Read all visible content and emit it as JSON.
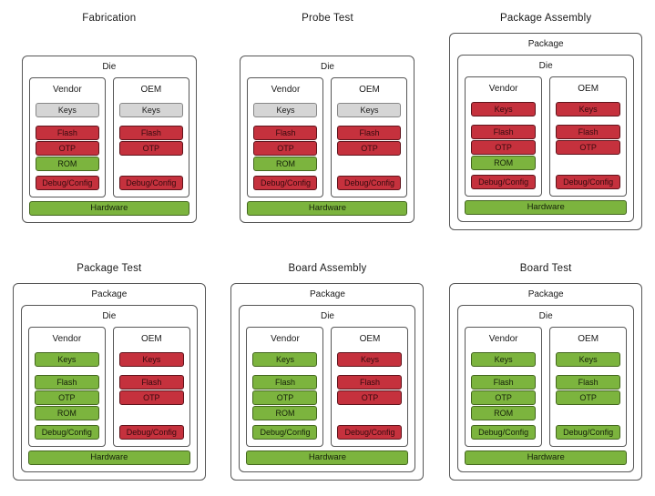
{
  "colors": {
    "status-red": "#c5313d",
    "status-green": "#7cb43e",
    "status-gray": "#d5d5d5",
    "line": "#565656",
    "text": "#1a1a1a"
  },
  "stages": [
    {
      "title": "Fabrication",
      "die_label": "Die",
      "vendor": {
        "label": "Vendor",
        "blocks": [
          {
            "label": "Keys",
            "status": "gray"
          },
          {
            "label": "Flash",
            "status": "red"
          },
          {
            "label": "OTP",
            "status": "red"
          },
          {
            "label": "ROM",
            "status": "green"
          },
          {
            "label": "Debug/Config",
            "status": "red"
          }
        ]
      },
      "oem": {
        "label": "OEM",
        "blocks": [
          {
            "label": "Keys",
            "status": "gray"
          },
          {
            "label": "Flash",
            "status": "red"
          },
          {
            "label": "OTP",
            "status": "red"
          },
          {
            "label": "Debug/Config",
            "status": "red"
          }
        ]
      },
      "hardware": {
        "label": "Hardware",
        "status": "green"
      }
    },
    {
      "title": "Probe Test",
      "die_label": "Die",
      "vendor": {
        "label": "Vendor",
        "blocks": [
          {
            "label": "Keys",
            "status": "gray"
          },
          {
            "label": "Flash",
            "status": "red"
          },
          {
            "label": "OTP",
            "status": "red"
          },
          {
            "label": "ROM",
            "status": "green"
          },
          {
            "label": "Debug/Config",
            "status": "red"
          }
        ]
      },
      "oem": {
        "label": "OEM",
        "blocks": [
          {
            "label": "Keys",
            "status": "gray"
          },
          {
            "label": "Flash",
            "status": "red"
          },
          {
            "label": "OTP",
            "status": "red"
          },
          {
            "label": "Debug/Config",
            "status": "red"
          }
        ]
      },
      "hardware": {
        "label": "Hardware",
        "status": "green"
      }
    },
    {
      "title": "Package Assembly",
      "package_label": "Package",
      "die_label": "Die",
      "vendor": {
        "label": "Vendor",
        "blocks": [
          {
            "label": "Keys",
            "status": "red"
          },
          {
            "label": "Flash",
            "status": "red"
          },
          {
            "label": "OTP",
            "status": "red"
          },
          {
            "label": "ROM",
            "status": "green"
          },
          {
            "label": "Debug/Config",
            "status": "red"
          }
        ]
      },
      "oem": {
        "label": "OEM",
        "blocks": [
          {
            "label": "Keys",
            "status": "red"
          },
          {
            "label": "Flash",
            "status": "red"
          },
          {
            "label": "OTP",
            "status": "red"
          },
          {
            "label": "Debug/Config",
            "status": "red"
          }
        ]
      },
      "hardware": {
        "label": "Hardware",
        "status": "green"
      }
    },
    {
      "title": "Package Test",
      "package_label": "Package",
      "die_label": "Die",
      "vendor": {
        "label": "Vendor",
        "blocks": [
          {
            "label": "Keys",
            "status": "green"
          },
          {
            "label": "Flash",
            "status": "green"
          },
          {
            "label": "OTP",
            "status": "green"
          },
          {
            "label": "ROM",
            "status": "green"
          },
          {
            "label": "Debug/Config",
            "status": "green"
          }
        ]
      },
      "oem": {
        "label": "OEM",
        "blocks": [
          {
            "label": "Keys",
            "status": "red"
          },
          {
            "label": "Flash",
            "status": "red"
          },
          {
            "label": "OTP",
            "status": "red"
          },
          {
            "label": "Debug/Config",
            "status": "red"
          }
        ]
      },
      "hardware": {
        "label": "Hardware",
        "status": "green"
      }
    },
    {
      "title": "Board Assembly",
      "package_label": "Package",
      "die_label": "Die",
      "vendor": {
        "label": "Vendor",
        "blocks": [
          {
            "label": "Keys",
            "status": "green"
          },
          {
            "label": "Flash",
            "status": "green"
          },
          {
            "label": "OTP",
            "status": "green"
          },
          {
            "label": "ROM",
            "status": "green"
          },
          {
            "label": "Debug/Config",
            "status": "green"
          }
        ]
      },
      "oem": {
        "label": "OEM",
        "blocks": [
          {
            "label": "Keys",
            "status": "red"
          },
          {
            "label": "Flash",
            "status": "red"
          },
          {
            "label": "OTP",
            "status": "red"
          },
          {
            "label": "Debug/Config",
            "status": "red"
          }
        ]
      },
      "hardware": {
        "label": "Hardware",
        "status": "green"
      }
    },
    {
      "title": "Board Test",
      "package_label": "Package",
      "die_label": "Die",
      "vendor": {
        "label": "Vendor",
        "blocks": [
          {
            "label": "Keys",
            "status": "green"
          },
          {
            "label": "Flash",
            "status": "green"
          },
          {
            "label": "OTP",
            "status": "green"
          },
          {
            "label": "ROM",
            "status": "green"
          },
          {
            "label": "Debug/Config",
            "status": "green"
          }
        ]
      },
      "oem": {
        "label": "OEM",
        "blocks": [
          {
            "label": "Keys",
            "status": "green"
          },
          {
            "label": "Flash",
            "status": "green"
          },
          {
            "label": "OTP",
            "status": "green"
          },
          {
            "label": "Debug/Config",
            "status": "green"
          }
        ]
      },
      "hardware": {
        "label": "Hardware",
        "status": "green"
      }
    }
  ]
}
